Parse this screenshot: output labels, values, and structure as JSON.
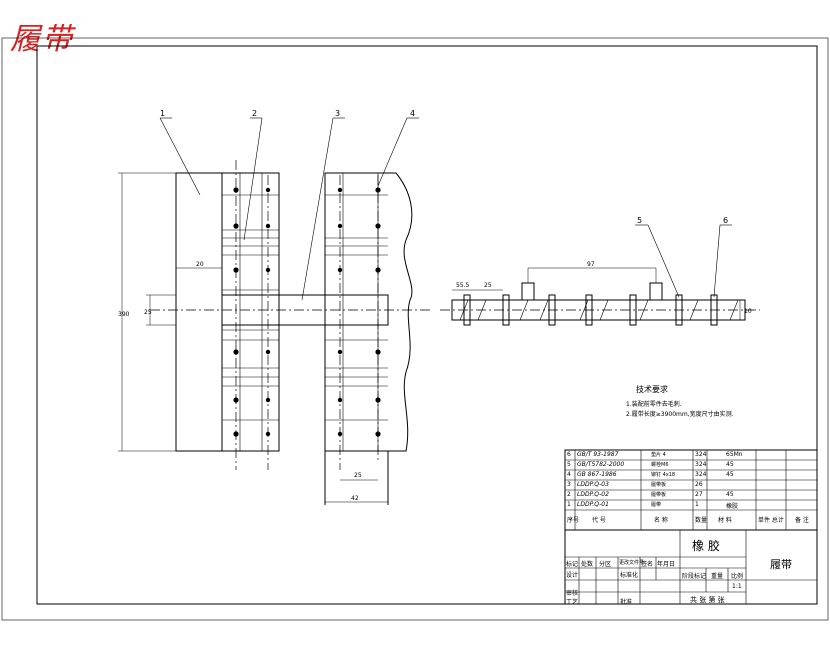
{
  "stamp_title": "履带",
  "callouts": [
    "1",
    "2",
    "3",
    "4",
    "5",
    "6"
  ],
  "dimensions": {
    "plan_left_offset": "20",
    "plan_height": "390",
    "plan_slot": "25",
    "plan_bottom_inner": "25",
    "plan_bottom_outer": "42",
    "section_span": "97",
    "section_left_a": "55.5",
    "section_left_b": "25",
    "section_thickness": "10"
  },
  "tech_requirements": {
    "title": "技术要求",
    "line1": "1.装配前零件去毛刺.",
    "line2": "2.履带长度≥3900mm,宽度尺寸由实测."
  },
  "bom": {
    "rows": [
      {
        "no": "6",
        "code": "GB/T 93-1987",
        "name": "垫片 4",
        "qty": "324",
        "material": "65Mn",
        "weight": "",
        "remark": ""
      },
      {
        "no": "5",
        "code": "GB/T5782-2000",
        "name": "螺栓M6",
        "qty": "324",
        "material": "45",
        "weight": "",
        "remark": ""
      },
      {
        "no": "4",
        "code": "GB 867-1986",
        "name": "铆钉 4x18",
        "qty": "324",
        "material": "45",
        "weight": "",
        "remark": ""
      },
      {
        "no": "3",
        "code": "LDDP.Q-03",
        "name": "履带板",
        "qty": "26",
        "material": "",
        "weight": "",
        "remark": ""
      },
      {
        "no": "2",
        "code": "LDDP.Q-02",
        "name": "履带板",
        "qty": "27",
        "material": "45",
        "weight": "",
        "remark": ""
      },
      {
        "no": "1",
        "code": "LDDP.Q-01",
        "name": "履带",
        "qty": "1",
        "material": "橡胶",
        "weight": "",
        "remark": ""
      }
    ],
    "header": {
      "no": "序号",
      "code": "代 号",
      "name": "名 称",
      "qty": "数量",
      "material": "材 料",
      "weight": "单件 总计",
      "remark": "备 注"
    }
  },
  "title_block": {
    "material": "橡 胶",
    "drawing_name": "履带",
    "row_labels": [
      "标记",
      "处数",
      "分区",
      "更改文件号",
      "签名",
      "年月日"
    ],
    "design": "设计",
    "standard": "标准化",
    "review": "审核",
    "process": "工艺",
    "approve": "批准",
    "stage_mark": "阶段标记",
    "weight": "重量",
    "scale_label": "比例",
    "scale": "1:1",
    "sheets": "共 张 第 张"
  }
}
